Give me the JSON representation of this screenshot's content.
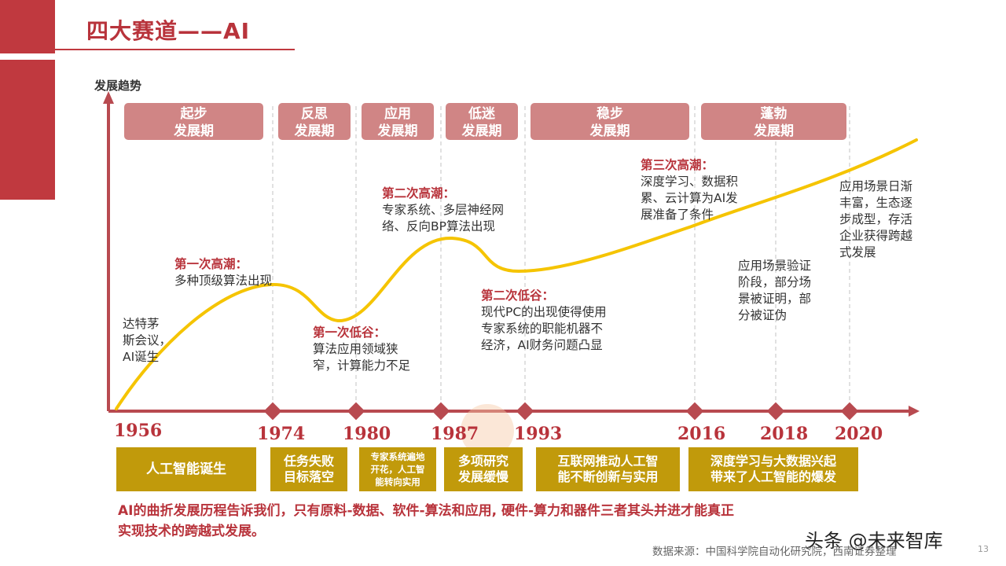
{
  "title": "四大赛道——AI",
  "y_axis_label": "发展趋势",
  "phases": [
    {
      "line1": "起步",
      "line2": "发展期"
    },
    {
      "line1": "反思",
      "line2": "发展期"
    },
    {
      "line1": "应用",
      "line2": "发展期"
    },
    {
      "line1": "低迷",
      "line2": "发展期"
    },
    {
      "line1": "稳步",
      "line2": "发展期"
    },
    {
      "line1": "蓬勃",
      "line2": "发展期"
    }
  ],
  "years": [
    "1956",
    "1974",
    "1980",
    "1987",
    "1993",
    "2016",
    "2018",
    "2020"
  ],
  "annotations": {
    "birth": {
      "body": "达特茅\n斯会议，\nAI诞生"
    },
    "wave1": {
      "heading": "第一次高潮：",
      "body": "多种顶级算法出现"
    },
    "trough1": {
      "heading": "第一次低谷：",
      "body": "算法应用领域狭\n窄，计算能力不足"
    },
    "wave2": {
      "heading": "第二次高潮：",
      "body": "专家系统、多层神经网\n络、反向BP算法出现"
    },
    "trough2": {
      "heading": "第二次低谷：",
      "body": "现代PC的出现使得使用\n专家系统的职能机器不\n经济，AI财务问题凸显"
    },
    "wave3": {
      "heading": "第三次高潮：",
      "body": "深度学习、数据积\n累、云计算为AI发\n展准备了条件"
    },
    "verify": {
      "body": "应用场景验证\n阶段，部分场\n景被证明，部\n分被证伪"
    },
    "future": {
      "body": "应用场景日渐\n丰富，生态逐\n步成型，存活\n企业获得跨越\n式发展"
    }
  },
  "milestones": [
    {
      "line1": "人工智能诞生",
      "line2": ""
    },
    {
      "line1": "任务失败",
      "line2": "目标落空"
    },
    {
      "line1": "专家系统遍地",
      "line2": "开花，人工智",
      "line3": "能转向实用"
    },
    {
      "line1": "多项研究",
      "line2": "发展缓慢"
    },
    {
      "line1": "互联网推动人工智",
      "line2": "能不断创新与实用"
    },
    {
      "line1": "深度学习与大数据兴起",
      "line2": "带来了人工智能的爆发"
    }
  ],
  "conclusion": {
    "line1": "AI的曲折发展历程告诉我们，只有原料-数据、软件-算法和应用, 硬件-算力和器件三者其头并进才能真正",
    "line2": "实现技术的跨越式发展。"
  },
  "watermark": "头条 @未来智库",
  "source": "数据来源：中国科学院自动化研究院，西南证券整理",
  "page_number": "13",
  "colors": {
    "accent": "#c0393f",
    "phase": "#d08585",
    "gold": "#c19a0b",
    "curve": "#f5c400"
  }
}
